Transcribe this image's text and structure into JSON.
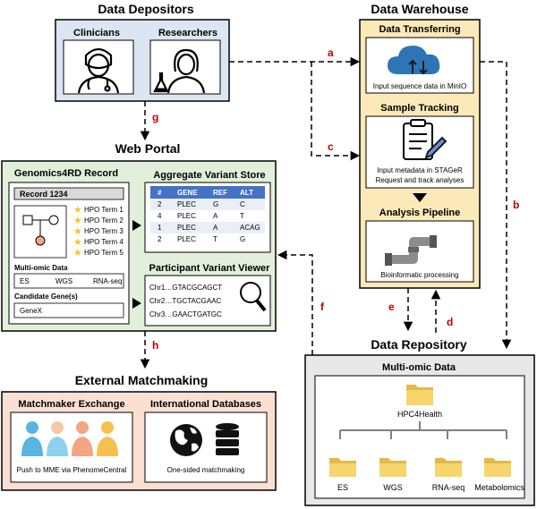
{
  "colors": {
    "depositors_bg": "#dce6f2",
    "warehouse_bg": "#fbe9b7",
    "portal_bg": "#e2efda",
    "matchmaking_bg": "#fbe0d2",
    "repository_bg": "#e8e8e8",
    "label_red": "#c00000",
    "table_header": "#4472c4",
    "folder": "#f6d56a",
    "cloud": "#2e75b6"
  },
  "depositors": {
    "title": "Data Depositors",
    "clinicians": "Clinicians",
    "researchers": "Researchers"
  },
  "warehouse": {
    "title": "Data Warehouse",
    "transferring": {
      "title": "Data Transferring",
      "caption": "Input sequence data in MinIO"
    },
    "tracking": {
      "title": "Sample Tracking",
      "caption_1": "Input metadata in STAGeR",
      "caption_2": "Request and track analyses"
    },
    "pipeline": {
      "title": "Analysis Pipeline",
      "caption": "Bioinformatic processing"
    }
  },
  "portal": {
    "title": "Web Portal",
    "record_section": "Genomics4RD Record",
    "record_id": "Record 1234",
    "hpo_terms": [
      "HPO Term 1",
      "HPO Term 2",
      "HPO Term 3",
      "HPO Term 4",
      "HPO Term 5"
    ],
    "multiomic_label": "Multi-omic Data",
    "multiomic_items": [
      "ES",
      "WGS",
      "RNA-seq"
    ],
    "candidate_label": "Candidate Gene(s)",
    "candidate_value": "GeneX",
    "aggregate_title": "Aggregate Variant Store",
    "table": {
      "headers": [
        "#",
        "GENE",
        "REF",
        "ALT"
      ],
      "rows": [
        [
          "2",
          "PLEC",
          "G",
          "C"
        ],
        [
          "4",
          "PLEC",
          "A",
          "T"
        ],
        [
          "1",
          "PLEC",
          "A",
          "ACAG"
        ],
        [
          "2",
          "PLEC",
          "T",
          "G"
        ]
      ]
    },
    "viewer_title": "Participant Variant Viewer",
    "viewer_lines": [
      "Chr1…GTACGCAGCT",
      "Chr2…TGCTACGAAC",
      "Chr3…GAACTGATGC"
    ]
  },
  "matchmaking": {
    "title": "External Matchmaking",
    "mme_title": "Matchmaker Exchange",
    "mme_caption": "Push to MME via PhenomeCentral",
    "intl_title": "International Databases",
    "intl_caption": "One-sided matchmaking"
  },
  "repository": {
    "title": "Data Repository",
    "subtitle": "Multi-omic Data",
    "root": "HPC4Health",
    "folders": [
      "ES",
      "WGS",
      "RNA-seq",
      "Metabolomics"
    ]
  },
  "arrow_labels": {
    "a": "a",
    "b": "b",
    "c": "c",
    "d": "d",
    "e": "e",
    "f": "f",
    "g": "g",
    "h": "h"
  }
}
